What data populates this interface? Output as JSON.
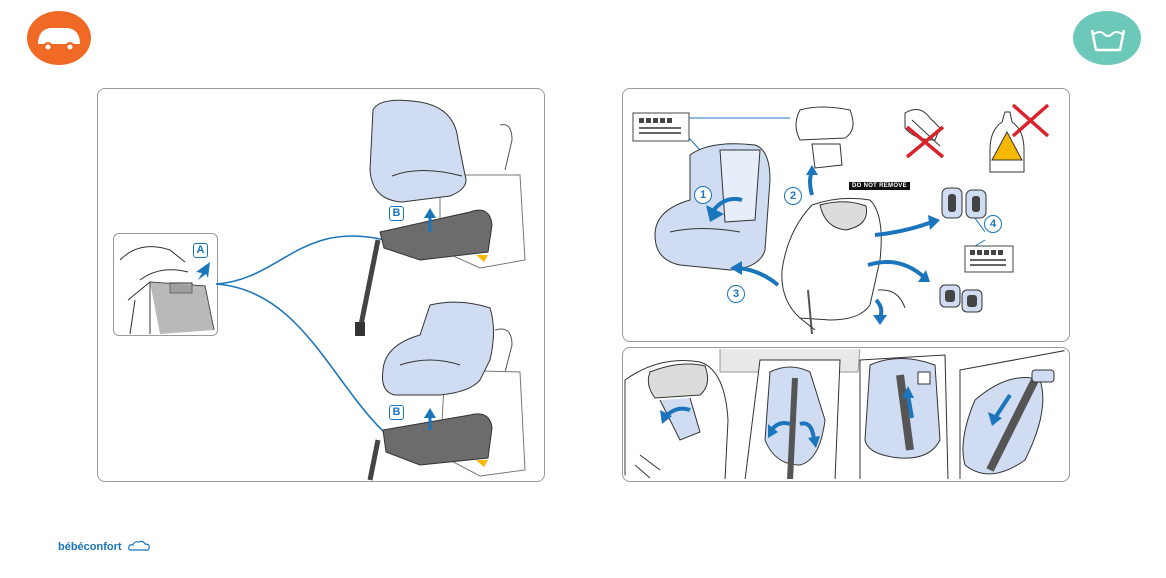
{
  "markers": {
    "a": "A",
    "b_top": "B",
    "b_bottom": "B",
    "step1": "1",
    "step2": "2",
    "step3": "3",
    "step4": "4"
  },
  "labels": {
    "do_not_remove": "DO NOT REMOVE"
  },
  "brand": {
    "name": "bébéconfort"
  },
  "icons": {
    "car": "car-icon",
    "wash": "wash-basin-icon"
  },
  "colors": {
    "accent_orange": "#f06a25",
    "accent_teal": "#6cc8b8",
    "line_blue": "#1b75bc",
    "seat_fill": "#cfdcf2",
    "prohibit_red": "#d9222a"
  }
}
